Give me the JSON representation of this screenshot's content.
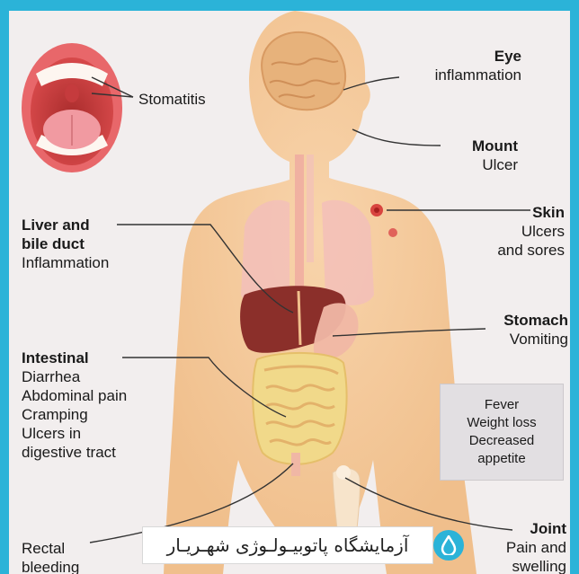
{
  "labels": {
    "stomatitis": "Stomatitis",
    "eye_title": "Eye",
    "eye_desc": "inflammation",
    "mount_title": "Mount",
    "mount_desc": "Ulcer",
    "skin_title": "Skin",
    "skin_desc1": "Ulcers",
    "skin_desc2": "and sores",
    "liver_title1": "Liver and",
    "liver_title2": "bile duct",
    "liver_desc": "Inflammation",
    "stomach_title": "Stomach",
    "stomach_desc": "Vomiting",
    "intestinal_title": "Intestinal",
    "intestinal_items": [
      "Diarrhea",
      "Abdominal pain",
      "Cramping",
      "Ulcers in",
      "digestive tract"
    ],
    "rectal1": "Rectal",
    "rectal2": "bleeding",
    "joint_title": "Joint",
    "joint_desc1": "Pain and",
    "joint_desc2": "swelling"
  },
  "general_symptoms": [
    "Fever",
    "Weight loss",
    "Decreased",
    "appetite"
  ],
  "watermark": "آزمایشگاه پاتوبیـولـوژی شهـریـار",
  "colors": {
    "frame": "#2bb3d8",
    "background": "#f2eeee",
    "skin": "#f4c99a",
    "liver": "#8b2f2a",
    "intestine": "#f1d98a"
  }
}
